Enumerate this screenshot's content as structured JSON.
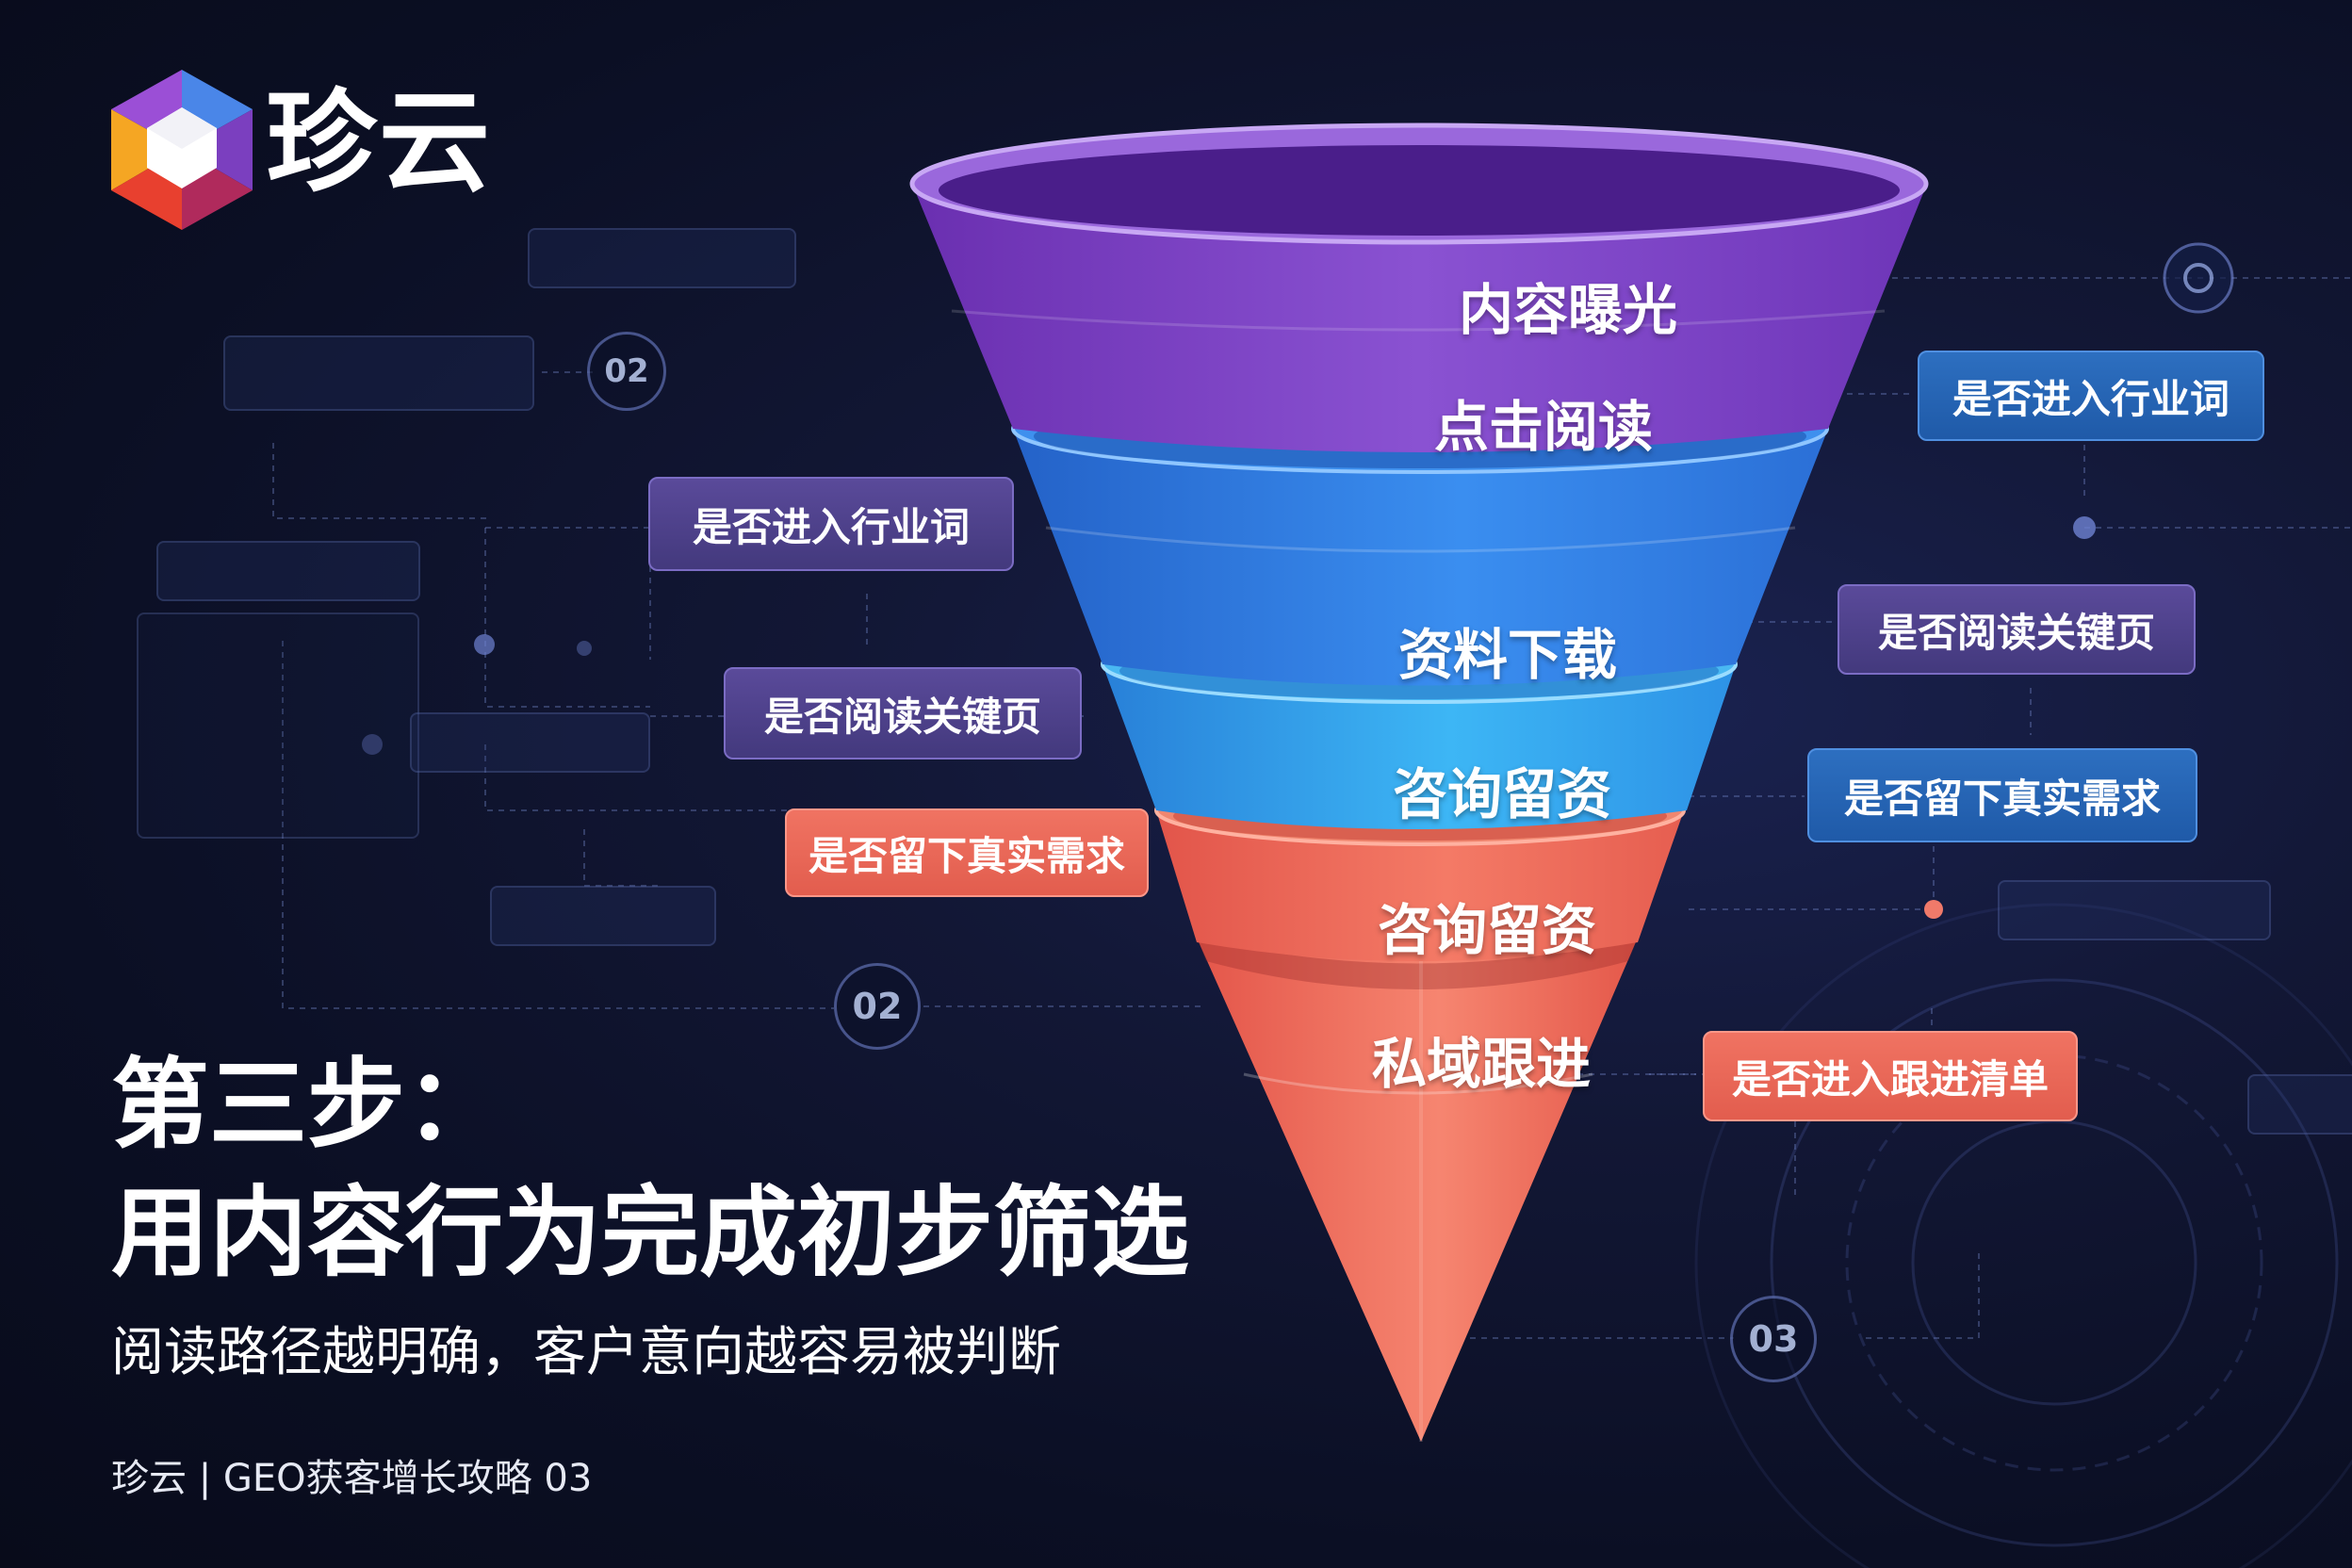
{
  "brand": {
    "name": "珍云",
    "logo_icon": "hexagon-cube-icon"
  },
  "headline": {
    "line1": "第三步：",
    "line2": "用内容行为完成初步筛选"
  },
  "subtitle": "阅读路径越明确，客户意向越容易被判断",
  "footer": "珍云 | GEO获客增长攻略 03",
  "funnel": {
    "stages": [
      "内容曝光",
      "点击阅读",
      "资料下载",
      "咨询留资",
      "咨询留资",
      "私域跟进"
    ],
    "colors": {
      "purple": "#7e46c8",
      "blue": "#2f7fe0",
      "cyan": "#2fa8ee",
      "coral": "#ee6a58"
    }
  },
  "tags": {
    "left": [
      "是否进入行业词",
      "是否阅读关键页",
      "是否留下真实需求"
    ],
    "right": [
      "是否进入行业词",
      "是否阅读关键页",
      "是否留下真实需求",
      "是否进入跟进清单"
    ]
  },
  "step_numbers": [
    "02",
    "02",
    "03"
  ]
}
